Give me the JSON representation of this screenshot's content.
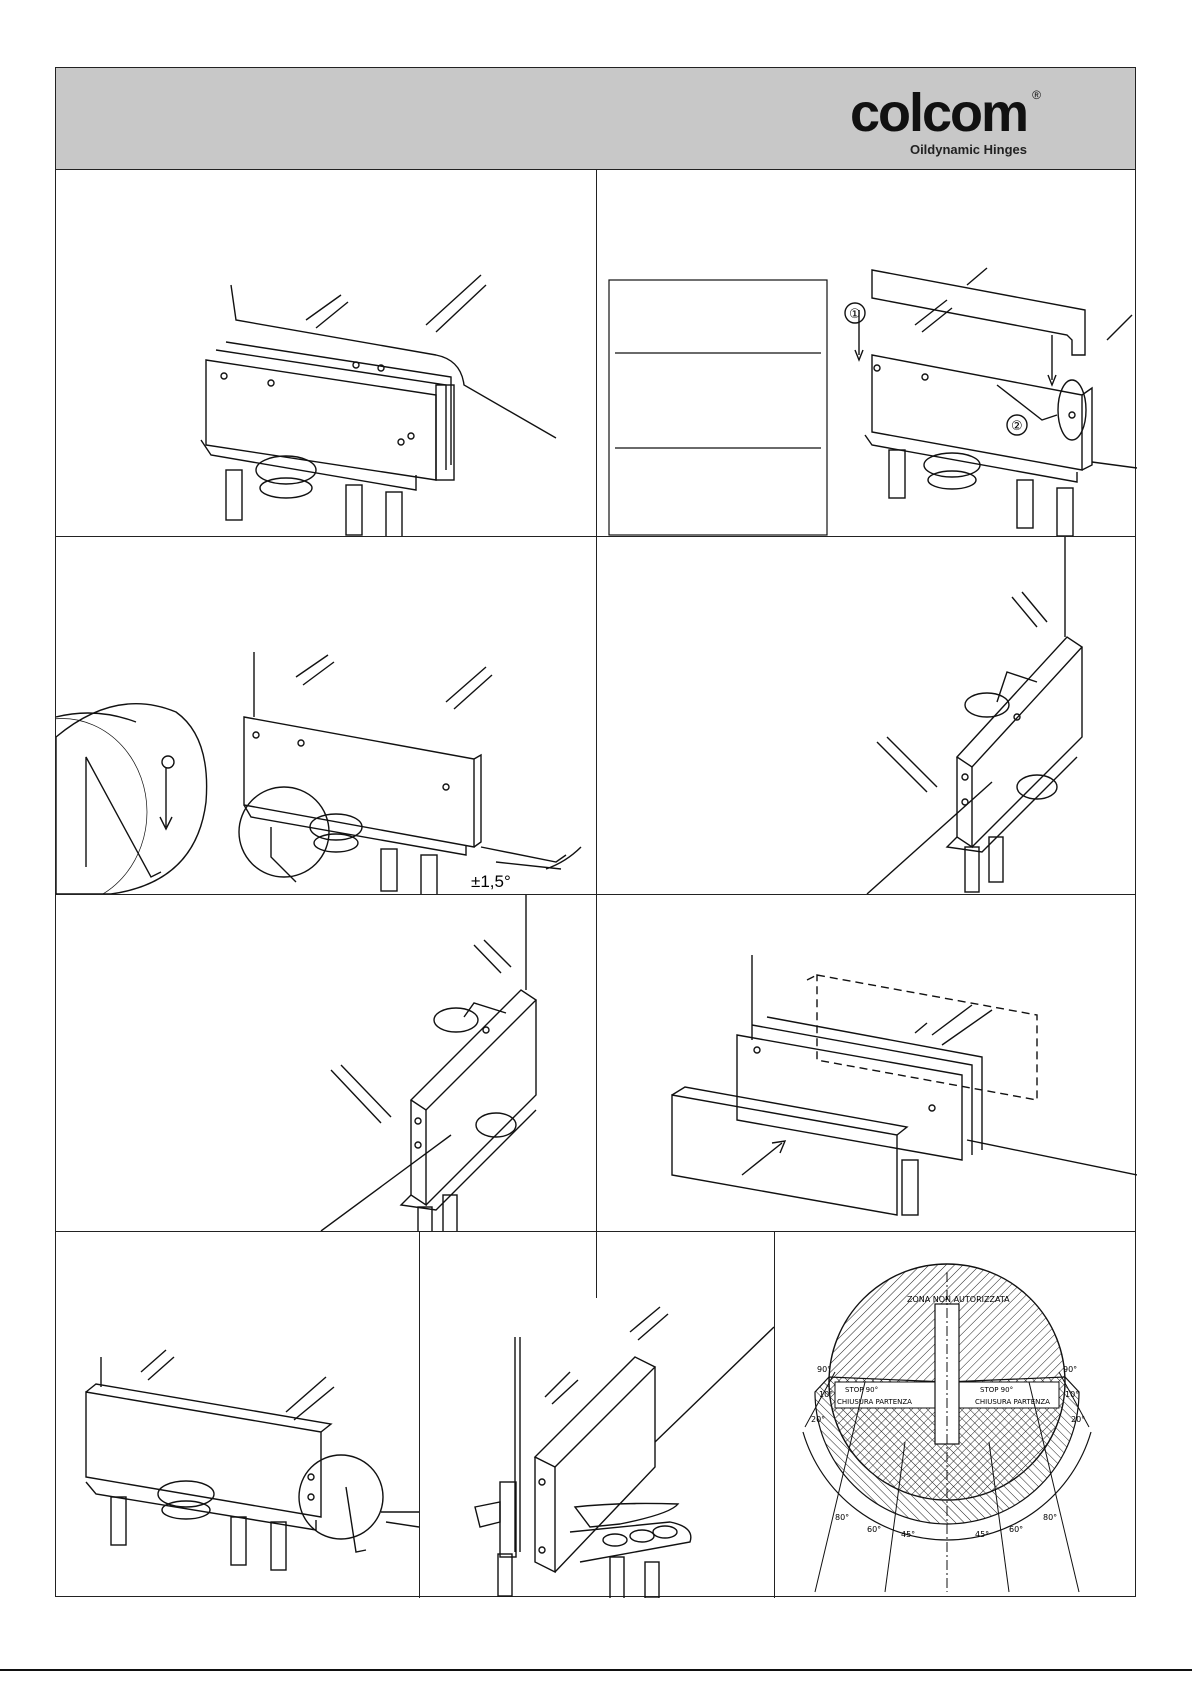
{
  "brand": {
    "name": "colcom",
    "registered": "®",
    "tagline": "Oildynamic Hinges"
  },
  "steps": {
    "step2": {
      "callout_1": "①",
      "callout_2": "②"
    },
    "step3": {
      "tolerance": "±1,5°"
    }
  },
  "angle_diagram": {
    "zone_label": "ZONA NON AUTORIZZATA",
    "stop_left": "STOP 90°",
    "stop_right": "STOP 90°",
    "start_left": "CHIUSURA PARTENZA",
    "start_right": "CHIUSURA PARTENZA",
    "angles_top_left": [
      "90°",
      "10°",
      "20°"
    ],
    "angles_top_right": [
      "90°",
      "10°",
      "20°"
    ],
    "angles_bottom": [
      "80°",
      "60°",
      "45°",
      "45°",
      "60°",
      "80°"
    ]
  }
}
